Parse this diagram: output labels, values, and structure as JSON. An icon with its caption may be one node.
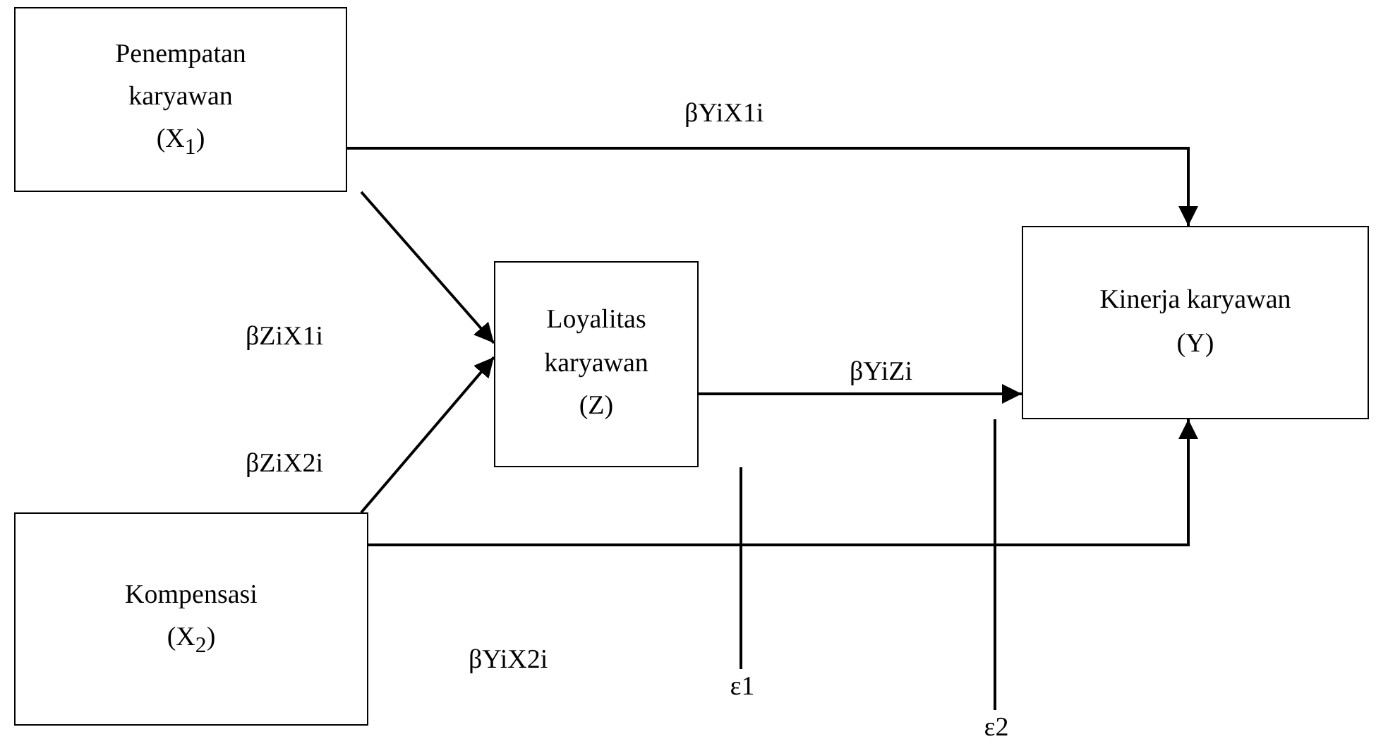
{
  "diagram": {
    "nodes": [
      {
        "text": [
          "Penempatan karyawan",
          "(X$_{1}$)"
        ]
      },
      {
        "text": [
          "Loyalitas karyawan",
          "(Z)"
        ]
      },
      {
        "text": [
          "Kinerja karyawan",
          "(Y)"
        ]
      },
      {
        "text": [
          "Kompensasi",
          "(X$_{2}$)"
        ]
      },
      {
        "text": [
          "ε1"
        ]
      },
      {
        "text": [
          "ε2"
        ]
      }
    ],
    "edges": [
      {
        "from": 0,
        "to": 2,
        "arrow": "to",
        "label": "βYiX1i"
      },
      {
        "from": 0,
        "to": 1,
        "arrow": "to",
        "label": "βZiX1i"
      },
      {
        "from": 3,
        "to": 1,
        "arrow": "to",
        "label": "βZiX2i"
      },
      {
        "from": 1,
        "to": 2,
        "arrow": "to",
        "label": "βYiZi"
      },
      {
        "from": 3,
        "to": 2,
        "arrow": "to",
        "label": "βYiX2i"
      },
      {
        "from": 4,
        "to": 1,
        "arrow": "none"
      },
      {
        "from": 5,
        "to": 2,
        "arrow": "none"
      }
    ]
  }
}
